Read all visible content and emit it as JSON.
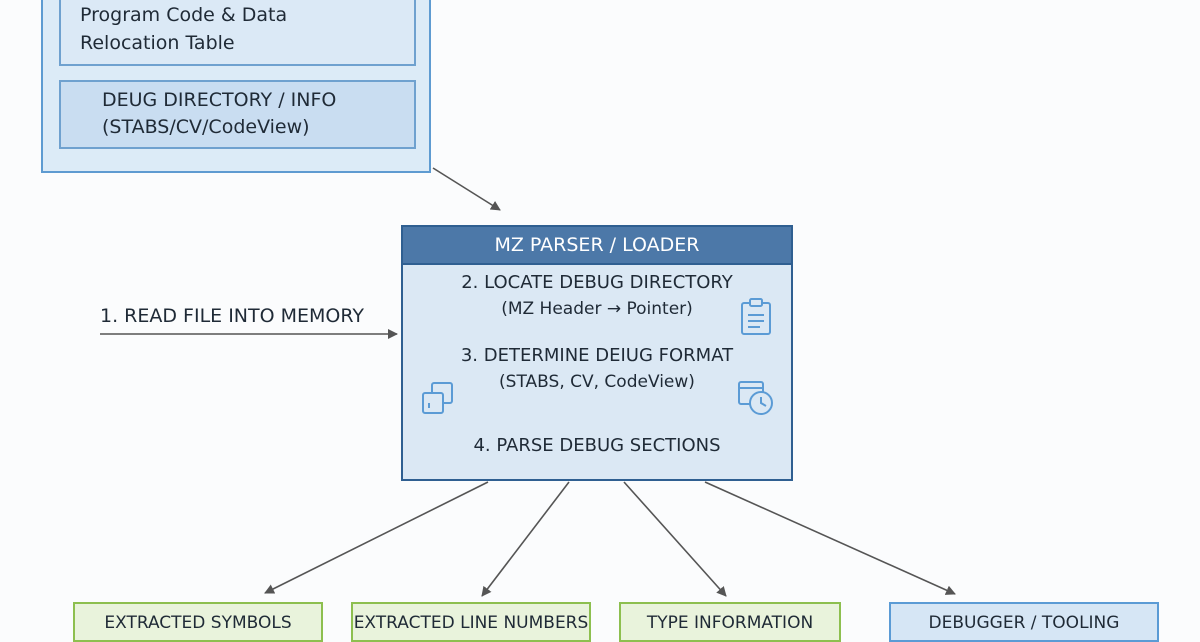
{
  "file_box": {
    "code_section_line1": "Program Code & Data",
    "code_section_line2": "Relocation Table",
    "debug_section_line1": "DEUG DIRECTORY / INFO",
    "debug_section_line2": "(STABS/CV/CodeView)"
  },
  "read_step": "1. READ FILE INTO MEMORY",
  "parser": {
    "title": "MZ PARSER / LOADER",
    "step2": "2. LOCATE DEBUG DIRECTORY",
    "step2_detail": "(MZ Header → Pointer)",
    "step3": "3. DETERMINE DEIUG FORMAT",
    "step3_detail": "(STABS, CV, CodeView)",
    "step4": "4. PARSE DEBUG SECTIONS"
  },
  "outputs": {
    "symbols": "EXTRACTED SYMBOLS",
    "line_numbers": "EXTRACTED LINE NUMBERS",
    "type_info": "TYPE INFORMATION",
    "debugger": "DEBUGGER / TOOLING"
  },
  "icons": [
    "clipboard-icon",
    "windows-icon",
    "clock-window-icon"
  ],
  "colors": {
    "file_box_border": "#5e9bd1",
    "parser_header": "#4c78a8",
    "parser_border": "#2f5f91",
    "output_green_border": "#8dbf4f",
    "output_blue_border": "#5b9bd5",
    "arrow": "#555555"
  }
}
